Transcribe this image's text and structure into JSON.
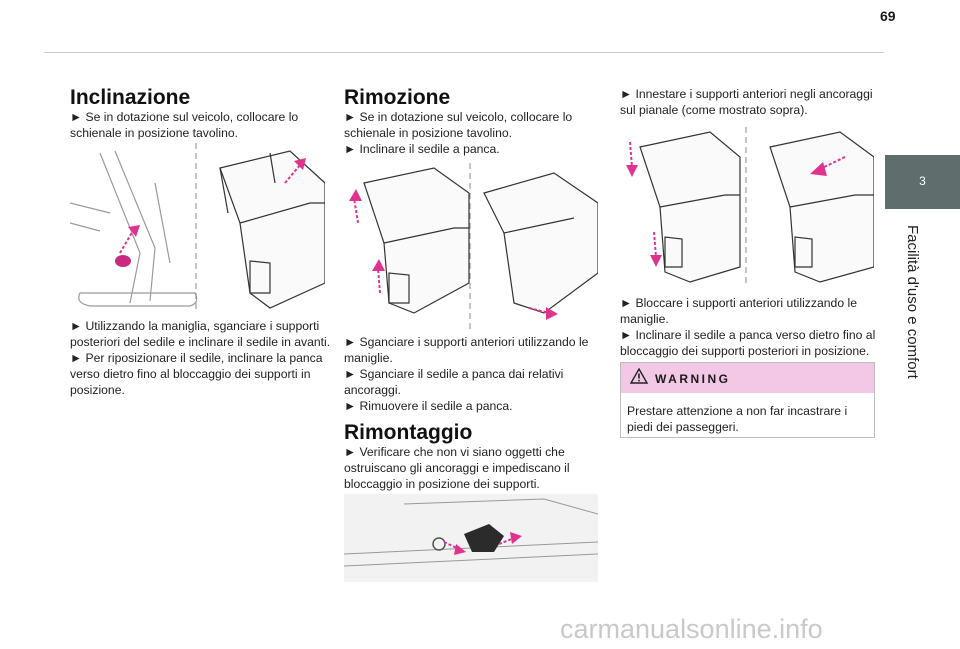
{
  "page": {
    "number": "69"
  },
  "side_tab": {
    "chapter_number": "3",
    "chapter_title": "Facilità d'uso e comfort"
  },
  "col1": {
    "heading": "Inclinazione",
    "intro_lines": [
      "► Se in dotazione sul veicolo, collocare lo",
      "schienale in posizione tavolino."
    ],
    "steps_lines": [
      "► Utilizzando la maniglia, sganciare i supporti",
      "posteriori del sedile e inclinare il sedile in avanti.",
      "► Per riposizionare il sedile, inclinare la panca",
      "verso dietro fino al bloccaggio dei supporti in",
      "posizione."
    ]
  },
  "col2": {
    "heading": "Rimozione",
    "intro_lines": [
      "► Se in dotazione sul veicolo, collocare lo",
      "schienale in posizione tavolino.",
      "► Inclinare il sedile a panca."
    ],
    "steps_lines": [
      "► Sganciare i supporti anteriori utilizzando le",
      "maniglie.",
      "► Sganciare il sedile a panca dai relativi",
      "ancoraggi.",
      "► Rimuovere il sedile a panca."
    ],
    "heading2": "Rimontaggio",
    "refit_lines": [
      "► Verificare che non vi siano oggetti che",
      "ostruiscano gli ancoraggi e impediscano il",
      "bloccaggio in posizione dei supporti."
    ]
  },
  "col3": {
    "intro_lines": [
      "► Innestare i supporti anteriori negli ancoraggi",
      "sul pianale (come mostrato sopra)."
    ],
    "steps_lines": [
      "► Bloccare i supporti anteriori utilizzando le",
      "maniglie.",
      "► Inclinare il sedile a panca verso dietro fino al",
      "bloccaggio dei supporti posteriori in posizione."
    ],
    "warning": {
      "title": "WARNING",
      "text_lines": [
        "Prestare attenzione a non far incastrare i",
        "piedi dei passeggeri."
      ]
    }
  },
  "watermark": "carmanualsonline.info",
  "colors": {
    "accent_pink": "#e0338f",
    "tab_gray": "#5f6d6d",
    "warning_bg": "#f3c8e6"
  }
}
